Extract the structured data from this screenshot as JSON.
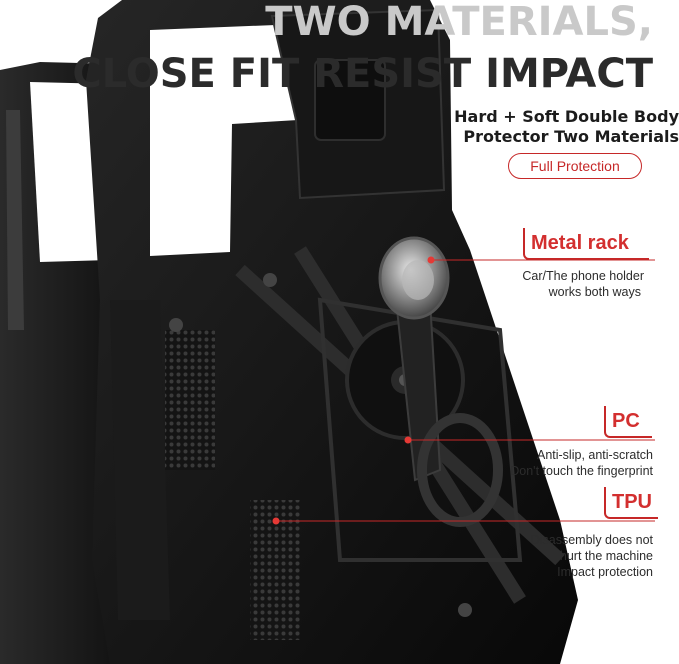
{
  "headline": {
    "line1": "TWO MATERIALS,",
    "line2": "CLOSE FIT RESIST IMPACT"
  },
  "subheadline": {
    "line1": "Hard + Soft Double Body",
    "line2": "Protector Two Materials"
  },
  "badge": "Full Protection",
  "features": {
    "metal_rack": {
      "title": "Metal rack",
      "line1": "Car/The phone holder",
      "line2": "works both ways"
    },
    "pc": {
      "title": "PC",
      "line1": "Anti-slip, anti-scratch",
      "line2": "Don't touch the fingerprint"
    },
    "tpu": {
      "title": "TPU",
      "line1": "Disassembly does not",
      "line2": "hurt the machine",
      "line3": "Impact protection"
    }
  },
  "colors": {
    "accent": "#d32f2f",
    "case_body": "#141414",
    "background": "#ffffff"
  }
}
